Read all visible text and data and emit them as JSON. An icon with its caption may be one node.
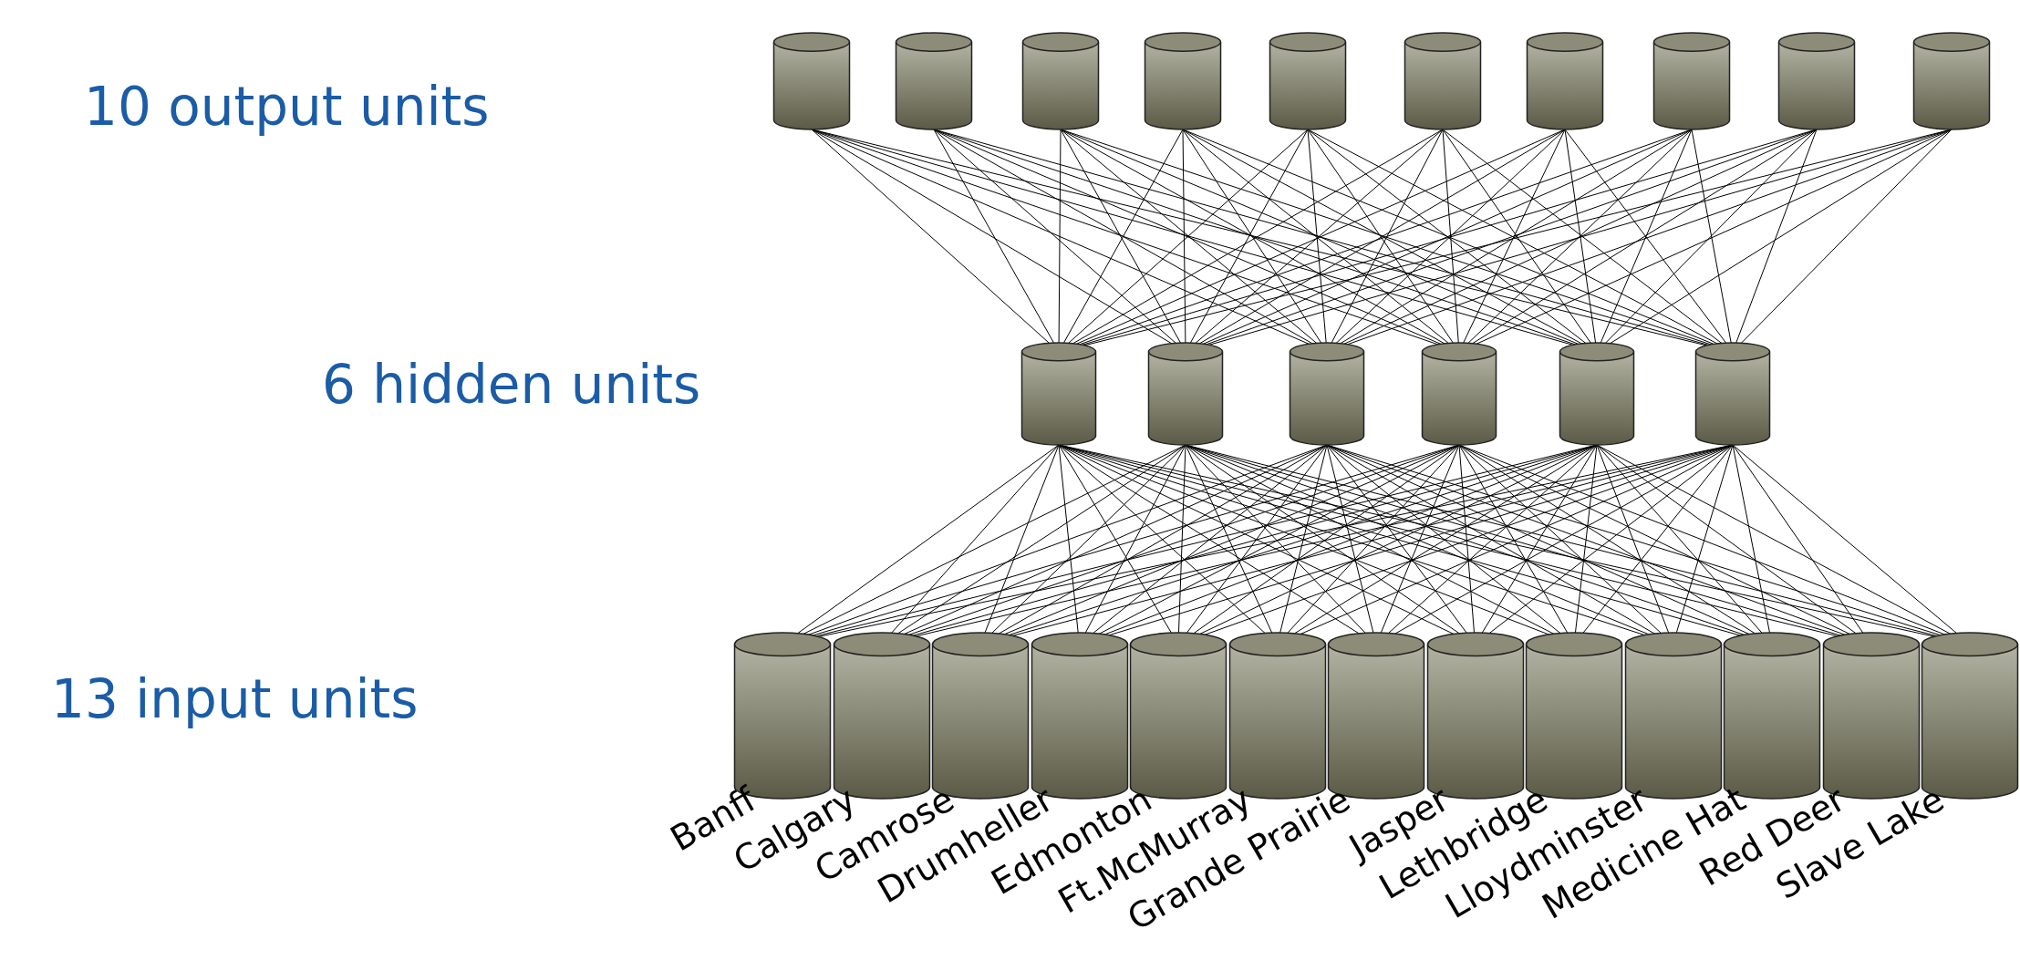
{
  "diagram": {
    "nodes": [
      {
        "text": [],
        "shape": "cylinder"
      },
      {
        "text": [],
        "shape": "cylinder"
      },
      {
        "text": [],
        "shape": "cylinder"
      },
      {
        "text": [],
        "shape": "cylinder"
      },
      {
        "text": [],
        "shape": "cylinder"
      },
      {
        "text": [],
        "shape": "cylinder"
      },
      {
        "text": [],
        "shape": "cylinder"
      },
      {
        "text": [],
        "shape": "cylinder"
      },
      {
        "text": [],
        "shape": "cylinder"
      },
      {
        "text": [],
        "shape": "cylinder"
      },
      {
        "text": [],
        "shape": "cylinder"
      },
      {
        "text": [],
        "shape": "cylinder"
      },
      {
        "text": [],
        "shape": "cylinder"
      },
      {
        "text": [],
        "shape": "cylinder"
      },
      {
        "text": [],
        "shape": "cylinder"
      },
      {
        "text": [],
        "shape": "cylinder"
      },
      {
        "text": [],
        "shape": "cylinder",
        "beside": [
          "Banff"
        ]
      },
      {
        "text": [],
        "shape": "cylinder",
        "beside": [
          "Calgary"
        ]
      },
      {
        "text": [],
        "shape": "cylinder",
        "beside": [
          "Camrose"
        ]
      },
      {
        "text": [],
        "shape": "cylinder",
        "beside": [
          "Drumheller"
        ]
      },
      {
        "text": [],
        "shape": "cylinder",
        "beside": [
          "Edmonton"
        ]
      },
      {
        "text": [],
        "shape": "cylinder",
        "beside": [
          "Ft.McMurray"
        ]
      },
      {
        "text": [],
        "shape": "cylinder",
        "beside": [
          "Grande Prairie"
        ]
      },
      {
        "text": [],
        "shape": "cylinder",
        "beside": [
          "Jasper"
        ]
      },
      {
        "text": [],
        "shape": "cylinder",
        "beside": [
          "Lethbridge"
        ]
      },
      {
        "text": [],
        "shape": "cylinder",
        "beside": [
          "Lloydminster"
        ]
      },
      {
        "text": [],
        "shape": "cylinder",
        "beside": [
          "Medicine Hat"
        ]
      },
      {
        "text": [],
        "shape": "cylinder",
        "beside": [
          "Red Deer"
        ]
      },
      {
        "text": [],
        "shape": "cylinder",
        "beside": [
          "Slave Lake"
        ]
      }
    ],
    "edges": [
      {
        "from": 10,
        "to": 0,
        "arrow": "none"
      },
      {
        "from": 10,
        "to": 1,
        "arrow": "none"
      },
      {
        "from": 10,
        "to": 2,
        "arrow": "none"
      },
      {
        "from": 10,
        "to": 3,
        "arrow": "none"
      },
      {
        "from": 10,
        "to": 4,
        "arrow": "none"
      },
      {
        "from": 10,
        "to": 5,
        "arrow": "none"
      },
      {
        "from": 10,
        "to": 6,
        "arrow": "none"
      },
      {
        "from": 10,
        "to": 7,
        "arrow": "none"
      },
      {
        "from": 10,
        "to": 8,
        "arrow": "none"
      },
      {
        "from": 10,
        "to": 9,
        "arrow": "none"
      },
      {
        "from": 11,
        "to": 0,
        "arrow": "none"
      },
      {
        "from": 11,
        "to": 1,
        "arrow": "none"
      },
      {
        "from": 11,
        "to": 2,
        "arrow": "none"
      },
      {
        "from": 11,
        "to": 3,
        "arrow": "none"
      },
      {
        "from": 11,
        "to": 4,
        "arrow": "none"
      },
      {
        "from": 11,
        "to": 5,
        "arrow": "none"
      },
      {
        "from": 11,
        "to": 6,
        "arrow": "none"
      },
      {
        "from": 11,
        "to": 7,
        "arrow": "none"
      },
      {
        "from": 11,
        "to": 8,
        "arrow": "none"
      },
      {
        "from": 11,
        "to": 9,
        "arrow": "none"
      },
      {
        "from": 12,
        "to": 0,
        "arrow": "none"
      },
      {
        "from": 12,
        "to": 1,
        "arrow": "none"
      },
      {
        "from": 12,
        "to": 2,
        "arrow": "none"
      },
      {
        "from": 12,
        "to": 3,
        "arrow": "none"
      },
      {
        "from": 12,
        "to": 4,
        "arrow": "none"
      },
      {
        "from": 12,
        "to": 5,
        "arrow": "none"
      },
      {
        "from": 12,
        "to": 6,
        "arrow": "none"
      },
      {
        "from": 12,
        "to": 7,
        "arrow": "none"
      },
      {
        "from": 12,
        "to": 8,
        "arrow": "none"
      },
      {
        "from": 12,
        "to": 9,
        "arrow": "none"
      },
      {
        "from": 13,
        "to": 0,
        "arrow": "none"
      },
      {
        "from": 13,
        "to": 1,
        "arrow": "none"
      },
      {
        "from": 13,
        "to": 2,
        "arrow": "none"
      },
      {
        "from": 13,
        "to": 3,
        "arrow": "none"
      },
      {
        "from": 13,
        "to": 4,
        "arrow": "none"
      },
      {
        "from": 13,
        "to": 5,
        "arrow": "none"
      },
      {
        "from": 13,
        "to": 6,
        "arrow": "none"
      },
      {
        "from": 13,
        "to": 7,
        "arrow": "none"
      },
      {
        "from": 13,
        "to": 8,
        "arrow": "none"
      },
      {
        "from": 13,
        "to": 9,
        "arrow": "none"
      },
      {
        "from": 14,
        "to": 0,
        "arrow": "none"
      },
      {
        "from": 14,
        "to": 1,
        "arrow": "none"
      },
      {
        "from": 14,
        "to": 2,
        "arrow": "none"
      },
      {
        "from": 14,
        "to": 3,
        "arrow": "none"
      },
      {
        "from": 14,
        "to": 4,
        "arrow": "none"
      },
      {
        "from": 14,
        "to": 5,
        "arrow": "none"
      },
      {
        "from": 14,
        "to": 6,
        "arrow": "none"
      },
      {
        "from": 14,
        "to": 7,
        "arrow": "none"
      },
      {
        "from": 14,
        "to": 8,
        "arrow": "none"
      },
      {
        "from": 14,
        "to": 9,
        "arrow": "none"
      },
      {
        "from": 15,
        "to": 0,
        "arrow": "none"
      },
      {
        "from": 15,
        "to": 1,
        "arrow": "none"
      },
      {
        "from": 15,
        "to": 2,
        "arrow": "none"
      },
      {
        "from": 15,
        "to": 3,
        "arrow": "none"
      },
      {
        "from": 15,
        "to": 4,
        "arrow": "none"
      },
      {
        "from": 15,
        "to": 5,
        "arrow": "none"
      },
      {
        "from": 15,
        "to": 6,
        "arrow": "none"
      },
      {
        "from": 15,
        "to": 7,
        "arrow": "none"
      },
      {
        "from": 15,
        "to": 8,
        "arrow": "none"
      },
      {
        "from": 15,
        "to": 9,
        "arrow": "none"
      },
      {
        "from": 16,
        "to": 10,
        "arrow": "none"
      },
      {
        "from": 16,
        "to": 11,
        "arrow": "none"
      },
      {
        "from": 16,
        "to": 12,
        "arrow": "none"
      },
      {
        "from": 16,
        "to": 13,
        "arrow": "none"
      },
      {
        "from": 16,
        "to": 14,
        "arrow": "none"
      },
      {
        "from": 16,
        "to": 15,
        "arrow": "none"
      },
      {
        "from": 17,
        "to": 10,
        "arrow": "none"
      },
      {
        "from": 17,
        "to": 11,
        "arrow": "none"
      },
      {
        "from": 17,
        "to": 12,
        "arrow": "none"
      },
      {
        "from": 17,
        "to": 13,
        "arrow": "none"
      },
      {
        "from": 17,
        "to": 14,
        "arrow": "none"
      },
      {
        "from": 17,
        "to": 15,
        "arrow": "none"
      },
      {
        "from": 18,
        "to": 10,
        "arrow": "none"
      },
      {
        "from": 18,
        "to": 11,
        "arrow": "none"
      },
      {
        "from": 18,
        "to": 12,
        "arrow": "none"
      },
      {
        "from": 18,
        "to": 13,
        "arrow": "none"
      },
      {
        "from": 18,
        "to": 14,
        "arrow": "none"
      },
      {
        "from": 18,
        "to": 15,
        "arrow": "none"
      },
      {
        "from": 19,
        "to": 10,
        "arrow": "none"
      },
      {
        "from": 19,
        "to": 11,
        "arrow": "none"
      },
      {
        "from": 19,
        "to": 12,
        "arrow": "none"
      },
      {
        "from": 19,
        "to": 13,
        "arrow": "none"
      },
      {
        "from": 19,
        "to": 14,
        "arrow": "none"
      },
      {
        "from": 19,
        "to": 15,
        "arrow": "none"
      },
      {
        "from": 20,
        "to": 10,
        "arrow": "none"
      },
      {
        "from": 20,
        "to": 11,
        "arrow": "none"
      },
      {
        "from": 20,
        "to": 12,
        "arrow": "none"
      },
      {
        "from": 20,
        "to": 13,
        "arrow": "none"
      },
      {
        "from": 20,
        "to": 14,
        "arrow": "none"
      },
      {
        "from": 20,
        "to": 15,
        "arrow": "none"
      },
      {
        "from": 21,
        "to": 10,
        "arrow": "none"
      },
      {
        "from": 21,
        "to": 11,
        "arrow": "none"
      },
      {
        "from": 21,
        "to": 12,
        "arrow": "none"
      },
      {
        "from": 21,
        "to": 13,
        "arrow": "none"
      },
      {
        "from": 21,
        "to": 14,
        "arrow": "none"
      },
      {
        "from": 21,
        "to": 15,
        "arrow": "none"
      },
      {
        "from": 22,
        "to": 10,
        "arrow": "none"
      },
      {
        "from": 22,
        "to": 11,
        "arrow": "none"
      },
      {
        "from": 22,
        "to": 12,
        "arrow": "none"
      },
      {
        "from": 22,
        "to": 13,
        "arrow": "none"
      },
      {
        "from": 22,
        "to": 14,
        "arrow": "none"
      },
      {
        "from": 22,
        "to": 15,
        "arrow": "none"
      },
      {
        "from": 23,
        "to": 10,
        "arrow": "none"
      },
      {
        "from": 23,
        "to": 11,
        "arrow": "none"
      },
      {
        "from": 23,
        "to": 12,
        "arrow": "none"
      },
      {
        "from": 23,
        "to": 13,
        "arrow": "none"
      },
      {
        "from": 23,
        "to": 14,
        "arrow": "none"
      },
      {
        "from": 23,
        "to": 15,
        "arrow": "none"
      },
      {
        "from": 24,
        "to": 10,
        "arrow": "none"
      },
      {
        "from": 24,
        "to": 11,
        "arrow": "none"
      },
      {
        "from": 24,
        "to": 12,
        "arrow": "none"
      },
      {
        "from": 24,
        "to": 13,
        "arrow": "none"
      },
      {
        "from": 24,
        "to": 14,
        "arrow": "none"
      },
      {
        "from": 24,
        "to": 15,
        "arrow": "none"
      },
      {
        "from": 25,
        "to": 10,
        "arrow": "none"
      },
      {
        "from": 25,
        "to": 11,
        "arrow": "none"
      },
      {
        "from": 25,
        "to": 12,
        "arrow": "none"
      },
      {
        "from": 25,
        "to": 13,
        "arrow": "none"
      },
      {
        "from": 25,
        "to": 14,
        "arrow": "none"
      },
      {
        "from": 25,
        "to": 15,
        "arrow": "none"
      },
      {
        "from": 26,
        "to": 10,
        "arrow": "none"
      },
      {
        "from": 26,
        "to": 11,
        "arrow": "none"
      },
      {
        "from": 26,
        "to": 12,
        "arrow": "none"
      },
      {
        "from": 26,
        "to": 13,
        "arrow": "none"
      },
      {
        "from": 26,
        "to": 14,
        "arrow": "none"
      },
      {
        "from": 26,
        "to": 15,
        "arrow": "none"
      },
      {
        "from": 27,
        "to": 10,
        "arrow": "none"
      },
      {
        "from": 27,
        "to": 11,
        "arrow": "none"
      },
      {
        "from": 27,
        "to": 12,
        "arrow": "none"
      },
      {
        "from": 27,
        "to": 13,
        "arrow": "none"
      },
      {
        "from": 27,
        "to": 14,
        "arrow": "none"
      },
      {
        "from": 27,
        "to": 15,
        "arrow": "none"
      },
      {
        "from": 28,
        "to": 10,
        "arrow": "none"
      },
      {
        "from": 28,
        "to": 11,
        "arrow": "none"
      },
      {
        "from": 28,
        "to": 12,
        "arrow": "none"
      },
      {
        "from": 28,
        "to": 13,
        "arrow": "none"
      },
      {
        "from": 28,
        "to": 14,
        "arrow": "none"
      },
      {
        "from": 28,
        "to": 15,
        "arrow": "none"
      }
    ],
    "labels": [
      "10 output units",
      "6 hidden units",
      "13 input units"
    ]
  }
}
